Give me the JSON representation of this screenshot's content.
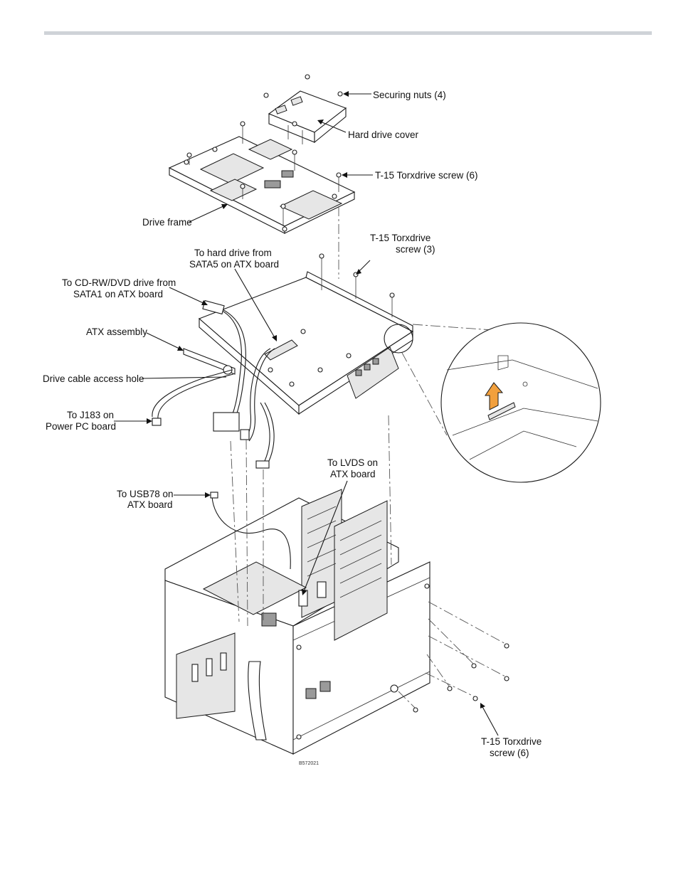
{
  "labels": {
    "securing_nuts": "Securing nuts (4)",
    "hard_drive_cover": "Hard drive cover",
    "torx_top": "T-15 Torxdrive screw (6)",
    "drive_frame": "Drive frame",
    "torx3_line1": "T-15 Torxdrive",
    "torx3_line2": "screw (3)",
    "hd_sata_line1": "To hard drive from",
    "hd_sata_line2": "SATA5 on ATX board",
    "cd_sata_line1": "To CD-RW/DVD drive from",
    "cd_sata_line2": "SATA1 on ATX board",
    "atx_assembly": "ATX assembly",
    "cable_access_hole": "Drive cable access hole",
    "j183_line1": "To J183 on",
    "j183_line2": "Power PC board",
    "lvds_line1": "To LVDS on",
    "lvds_line2": "ATX board",
    "usb_line1": "To USB78 on",
    "usb_line2": "ATX board",
    "torx_bottom_line1": "T-15 Torxdrive",
    "torx_bottom_line2": "screw (6)",
    "figure_code": "B572021"
  },
  "colors": {
    "arrow_highlight": "#f2a03d",
    "header_rule": "#cfd3d8"
  }
}
